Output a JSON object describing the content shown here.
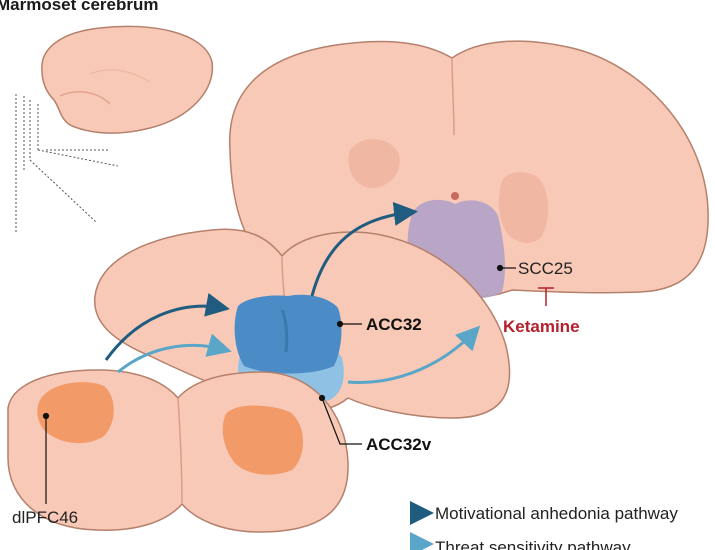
{
  "title": "Marmoset cerebrum",
  "labels": {
    "dlpfc": "dlPFC46",
    "acc32": "ACC32",
    "acc32v": "ACC32v",
    "scc25": "SCC25",
    "ketamine": "Ketamine"
  },
  "legend": [
    {
      "label": "Motivational anhedonia pathway",
      "color": "#1f5c80"
    },
    {
      "label": "Threat sensitivity pathway",
      "color": "#5aa6c8"
    }
  ],
  "colors": {
    "tissue": "#f7c9b6",
    "tissue_edge": "#b5806c",
    "ventricle": "#f0b8a3",
    "dlpfc_region": "#f29a68",
    "acc32_region": "#4b8cc7",
    "acc32v_region": "#8ec1e4",
    "scc25_region": "#b3a2c7",
    "ketamine": "#b5202e"
  }
}
